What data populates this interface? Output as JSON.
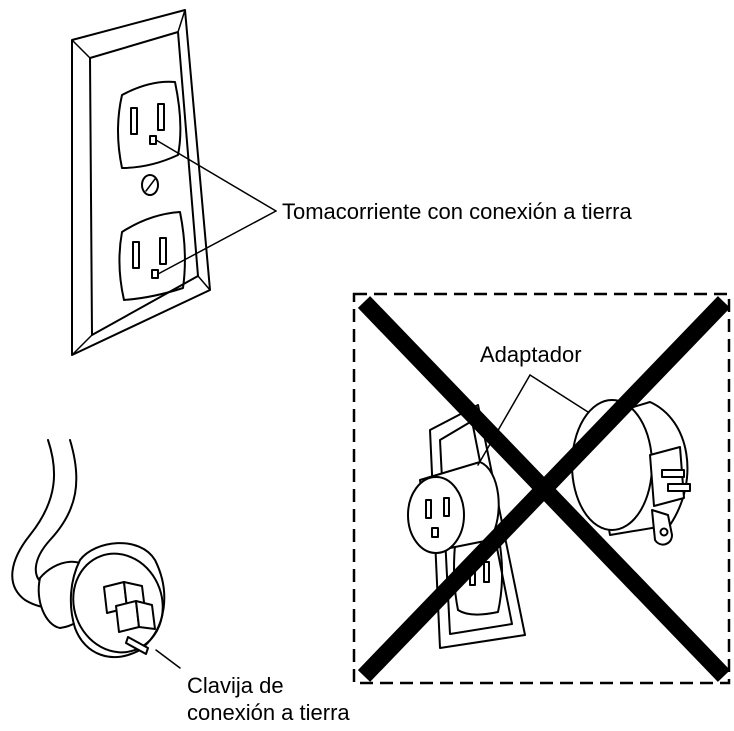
{
  "labels": {
    "grounded_outlet": "Tomacorriente con conexión a tierra",
    "adapter": "Adaptador",
    "grounding_plug_line1": "Clavija de",
    "grounding_plug_line2": "conexión a tierra"
  },
  "colors": {
    "line": "#000000",
    "background": "#ffffff"
  }
}
